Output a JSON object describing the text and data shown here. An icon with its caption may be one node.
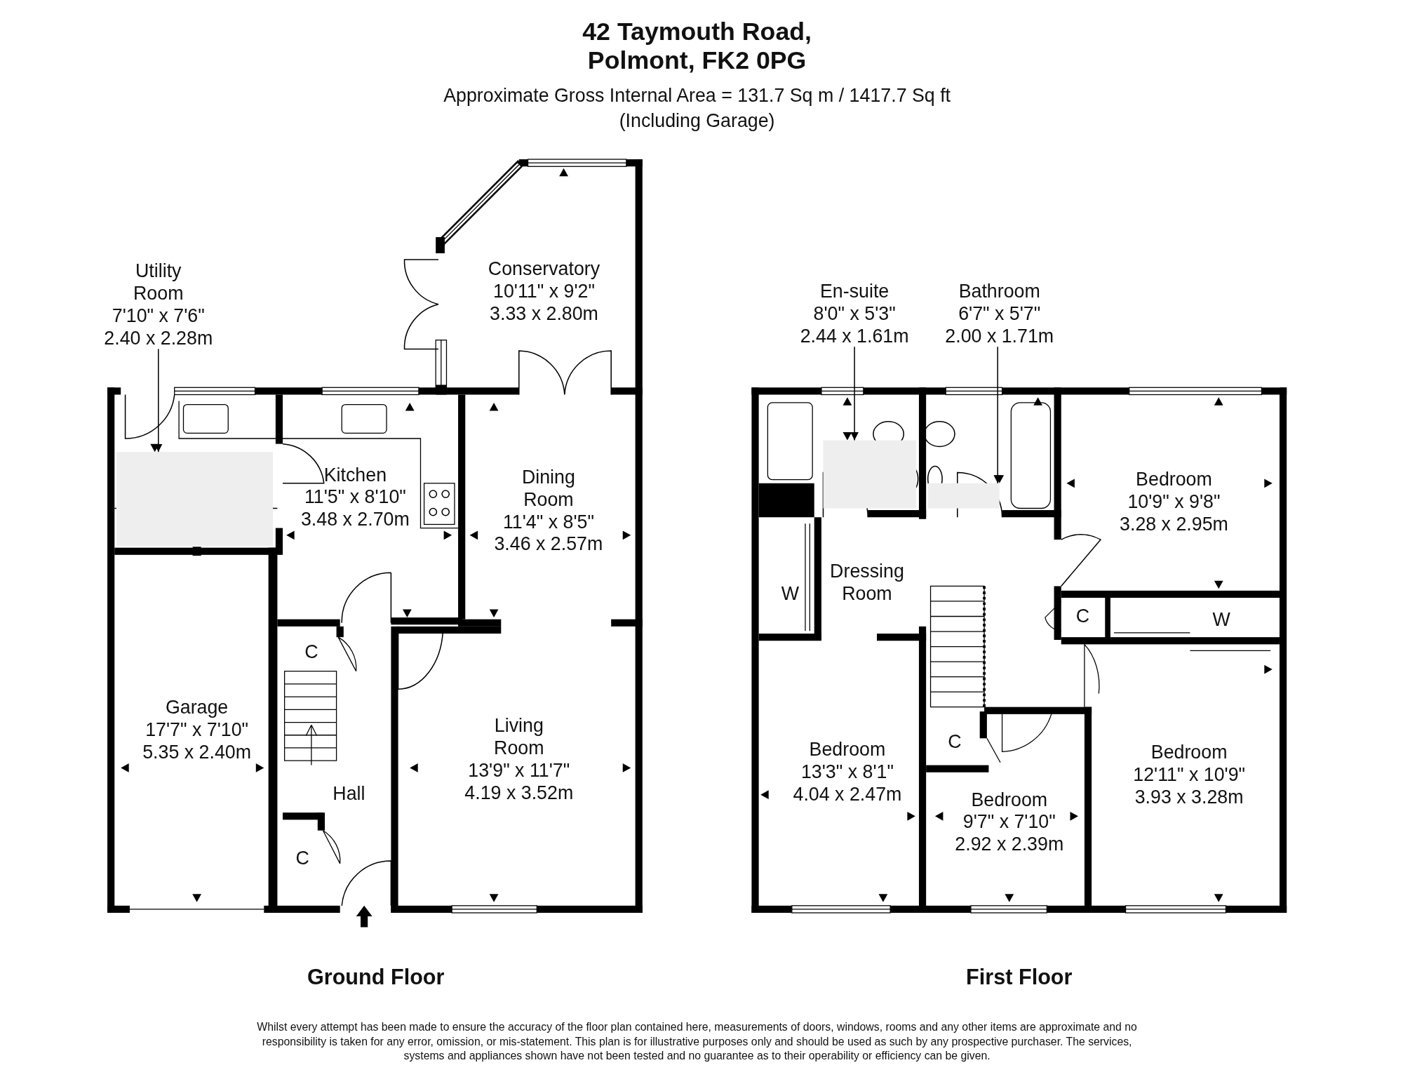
{
  "diagram": {
    "title": "42 Taymouth Road, Polmont, FK2 0PG",
    "nodes": [
      {
        "text": [
          "Utility Room",
          "7'10\" x 7'6\"",
          "2.40 x 2.28m"
        ]
      },
      {
        "text": [],
        "shape": "box"
      },
      {
        "text": [
          "Conservatory",
          "10'11\" x 9'2\"",
          "3.33 x 2.80m"
        ]
      },
      {
        "text": [
          "Kitchen",
          "11'5\" x 8'10\"",
          "3.48 x 2.70m"
        ]
      },
      {
        "text": [
          "Dining Room",
          "11'4\" x 8'5\"",
          "3.46 x 2.57m"
        ]
      },
      {
        "text": [
          "Garage",
          "17'7\" x 7'10\"",
          "5.35 x 2.40m"
        ]
      },
      {
        "text": [
          "C"
        ]
      },
      {
        "text": [
          "Living Room",
          "13'9\" x 11'7\"",
          "4.19 x 3.52m"
        ]
      },
      {
        "text": [
          "Hall"
        ]
      },
      {
        "text": [
          "C"
        ]
      },
      {
        "text": [
          "En-suite",
          "8'0\" x 5'3\"",
          "2.44 x 1.61m"
        ]
      },
      {
        "text": [],
        "shape": "box"
      },
      {
        "text": [
          "Bathroom",
          "6'7\" x 5'7\"",
          "2.00 x 1.71m"
        ]
      },
      {
        "text": [],
        "shape": "box"
      },
      {
        "text": [
          "Bedroom",
          "10'9\" x 9'8\"",
          "3.28 x 2.95m"
        ]
      },
      {
        "text": [
          "W"
        ]
      },
      {
        "text": [
          "Dressing Room"
        ]
      },
      {
        "text": [
          "C"
        ]
      },
      {
        "text": [
          "W"
        ]
      },
      {
        "text": [
          "Bedroom",
          "13'3\" x 8'1\"",
          "4.04 x 2.47m"
        ]
      },
      {
        "text": [
          "C"
        ]
      },
      {
        "text": [
          "Bedroom",
          "9'7\" x 7'10\"",
          "2.92 x 2.39m"
        ]
      },
      {
        "text": [
          "Bedroom",
          "12'11\" x 10'9\"",
          "3.93 x 3.28m"
        ]
      }
    ],
    "edges": [
      {
        "from": 0,
        "to": 1,
        "arrow": "to"
      },
      {
        "from": 10,
        "to": 11,
        "arrow": "to"
      },
      {
        "from": 12,
        "to": 13,
        "arrow": "to"
      }
    ],
    "labels": [
      "Approximate Gross Internal Area = 131.7 Sq m / 1417.7 Sq ft",
      "(Including Garage)",
      "Ground Floor",
      "First Floor",
      "Whilst every attempt has been made to ensure the accuracy of the floor plan contained here, measurements of doors, windows, rooms and any other items are approximate and no responsibility is taken for any error, omission, or mis-statement. This plan is for illustrative purposes only and should be used as such by any prospective purchaser. The services, systems and appliances shown have not been tested and no guarantee as to their operability or efficiency can be given."
    ]
  }
}
